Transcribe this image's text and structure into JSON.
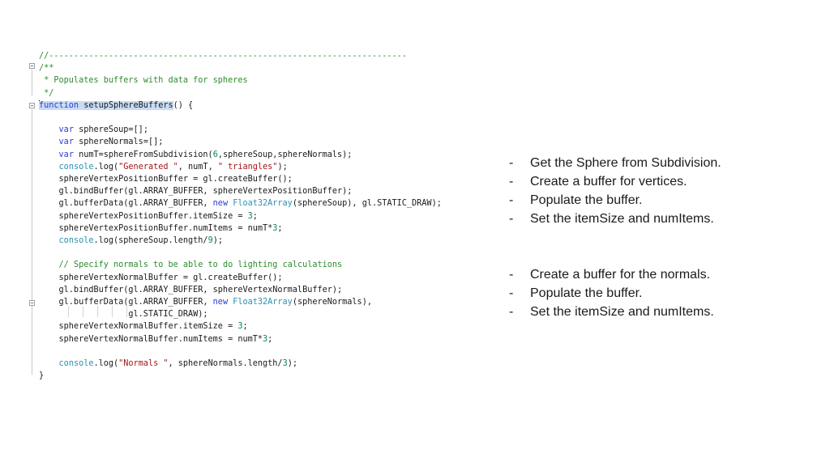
{
  "code": {
    "lines": [
      [
        {
          "t": "//------------------------------------------------------------------------",
          "c": "com"
        }
      ],
      [
        {
          "t": "/**",
          "c": "com"
        }
      ],
      [
        {
          "t": " * Populates buffers with data for spheres",
          "c": "com"
        }
      ],
      [
        {
          "t": " */",
          "c": "com"
        }
      ],
      [
        {
          "t": "function",
          "c": "kw hl"
        },
        {
          "t": " setupSphereBuffers",
          "c": "hl"
        },
        {
          "t": "() {",
          "c": ""
        }
      ],
      [],
      [
        {
          "t": "    ",
          "c": ""
        },
        {
          "t": "var",
          "c": "kw"
        },
        {
          "t": " sphereSoup=[];",
          "c": ""
        }
      ],
      [
        {
          "t": "    ",
          "c": ""
        },
        {
          "t": "var",
          "c": "kw"
        },
        {
          "t": " sphereNormals=[];",
          "c": ""
        }
      ],
      [
        {
          "t": "    ",
          "c": ""
        },
        {
          "t": "var",
          "c": "kw"
        },
        {
          "t": " numT=sphereFromSubdivision(",
          "c": ""
        },
        {
          "t": "6",
          "c": "num"
        },
        {
          "t": ",sphereSoup,sphereNormals);",
          "c": ""
        }
      ],
      [
        {
          "t": "    ",
          "c": ""
        },
        {
          "t": "console",
          "c": "type"
        },
        {
          "t": ".log(",
          "c": ""
        },
        {
          "t": "\"Generated \"",
          "c": "str"
        },
        {
          "t": ", numT, ",
          "c": ""
        },
        {
          "t": "\" triangles\"",
          "c": "str"
        },
        {
          "t": ");",
          "c": ""
        }
      ],
      [
        {
          "t": "    sphereVertexPositionBuffer = gl.createBuffer();",
          "c": ""
        }
      ],
      [
        {
          "t": "    gl.bindBuffer(gl.ARRAY_BUFFER, sphereVertexPositionBuffer);",
          "c": ""
        }
      ],
      [
        {
          "t": "    gl.bufferData(gl.ARRAY_BUFFER, ",
          "c": ""
        },
        {
          "t": "new",
          "c": "kw"
        },
        {
          "t": " ",
          "c": ""
        },
        {
          "t": "Float32Array",
          "c": "type"
        },
        {
          "t": "(sphereSoup), gl.STATIC_DRAW);",
          "c": ""
        }
      ],
      [
        {
          "t": "    sphereVertexPositionBuffer.itemSize = ",
          "c": ""
        },
        {
          "t": "3",
          "c": "num"
        },
        {
          "t": ";",
          "c": ""
        }
      ],
      [
        {
          "t": "    sphereVertexPositionBuffer.numItems = numT*",
          "c": ""
        },
        {
          "t": "3",
          "c": "num"
        },
        {
          "t": ";",
          "c": ""
        }
      ],
      [
        {
          "t": "    ",
          "c": ""
        },
        {
          "t": "console",
          "c": "type"
        },
        {
          "t": ".log(sphereSoup.length/",
          "c": ""
        },
        {
          "t": "9",
          "c": "num"
        },
        {
          "t": ");",
          "c": ""
        }
      ],
      [],
      [
        {
          "t": "    ",
          "c": ""
        },
        {
          "t": "// Specify normals to be able to do lighting calculations",
          "c": "com"
        }
      ],
      [
        {
          "t": "    sphereVertexNormalBuffer = gl.createBuffer();",
          "c": ""
        }
      ],
      [
        {
          "t": "    gl.bindBuffer(gl.ARRAY_BUFFER, sphereVertexNormalBuffer);",
          "c": ""
        }
      ],
      [
        {
          "t": "    gl.bufferData(gl.ARRAY_BUFFER, ",
          "c": ""
        },
        {
          "t": "new",
          "c": "kw"
        },
        {
          "t": " ",
          "c": ""
        },
        {
          "t": "Float32Array",
          "c": "type"
        },
        {
          "t": "(sphereNormals),",
          "c": ""
        }
      ],
      [
        {
          "t": "                  gl.STATIC_DRAW);",
          "c": ""
        }
      ],
      [
        {
          "t": "    sphereVertexNormalBuffer.itemSize = ",
          "c": ""
        },
        {
          "t": "3",
          "c": "num"
        },
        {
          "t": ";",
          "c": ""
        }
      ],
      [
        {
          "t": "    sphereVertexNormalBuffer.numItems = numT*",
          "c": ""
        },
        {
          "t": "3",
          "c": "num"
        },
        {
          "t": ";",
          "c": ""
        }
      ],
      [],
      [
        {
          "t": "    ",
          "c": ""
        },
        {
          "t": "console",
          "c": "type"
        },
        {
          "t": ".log(",
          "c": ""
        },
        {
          "t": "\"Normals \"",
          "c": "str"
        },
        {
          "t": ", sphereNormals.length/",
          "c": ""
        },
        {
          "t": "3",
          "c": "num"
        },
        {
          "t": ");",
          "c": ""
        }
      ],
      [
        {
          "t": "}",
          "c": ""
        }
      ]
    ]
  },
  "bullets": {
    "group1": [
      "Get the Sphere from Subdivision.",
      "Create a buffer for vertices.",
      "Populate the buffer.",
      "Set the itemSize and numItems."
    ],
    "group2": [
      "Create a buffer for the normals.",
      "Populate the buffer.",
      "Set the itemSize and numItems."
    ],
    "dash": "-"
  }
}
